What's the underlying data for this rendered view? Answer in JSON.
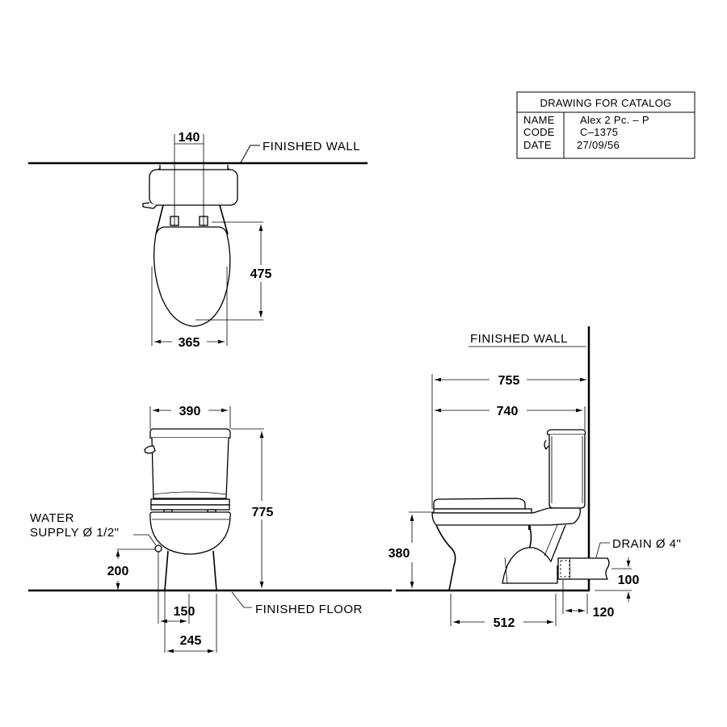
{
  "title_block": {
    "heading": "DRAWING FOR CATALOG",
    "rows": [
      {
        "key": "NAME",
        "value": "Alex 2 Pc. – P"
      },
      {
        "key": "CODE",
        "value": "C–1375"
      },
      {
        "key": "DATE",
        "value": "27/09/56"
      }
    ]
  },
  "top_view": {
    "wall_label": "FINISHED WALL",
    "dims": {
      "bolt_spacing": "140",
      "seat_length": "475",
      "bowl_width": "365"
    }
  },
  "front_view": {
    "floor_label": "FINISHED FLOOR",
    "water_supply_label_line1": "WATER",
    "water_supply_label_line2": "SUPPLY Ø 1/2\"",
    "dims": {
      "tank_width": "390",
      "total_height": "775",
      "supply_height": "200",
      "supply_offset": "150",
      "base_width": "245"
    }
  },
  "side_view": {
    "wall_label": "FINISHED WALL",
    "drain_label": "DRAIN Ø 4\"",
    "dims": {
      "overall_depth": "755",
      "depth_to_tank": "740",
      "seat_height": "380",
      "drain_height": "100",
      "drain_offset": "120",
      "base_length": "512"
    }
  },
  "colors": {
    "line": "#000000",
    "background": "#ffffff"
  }
}
